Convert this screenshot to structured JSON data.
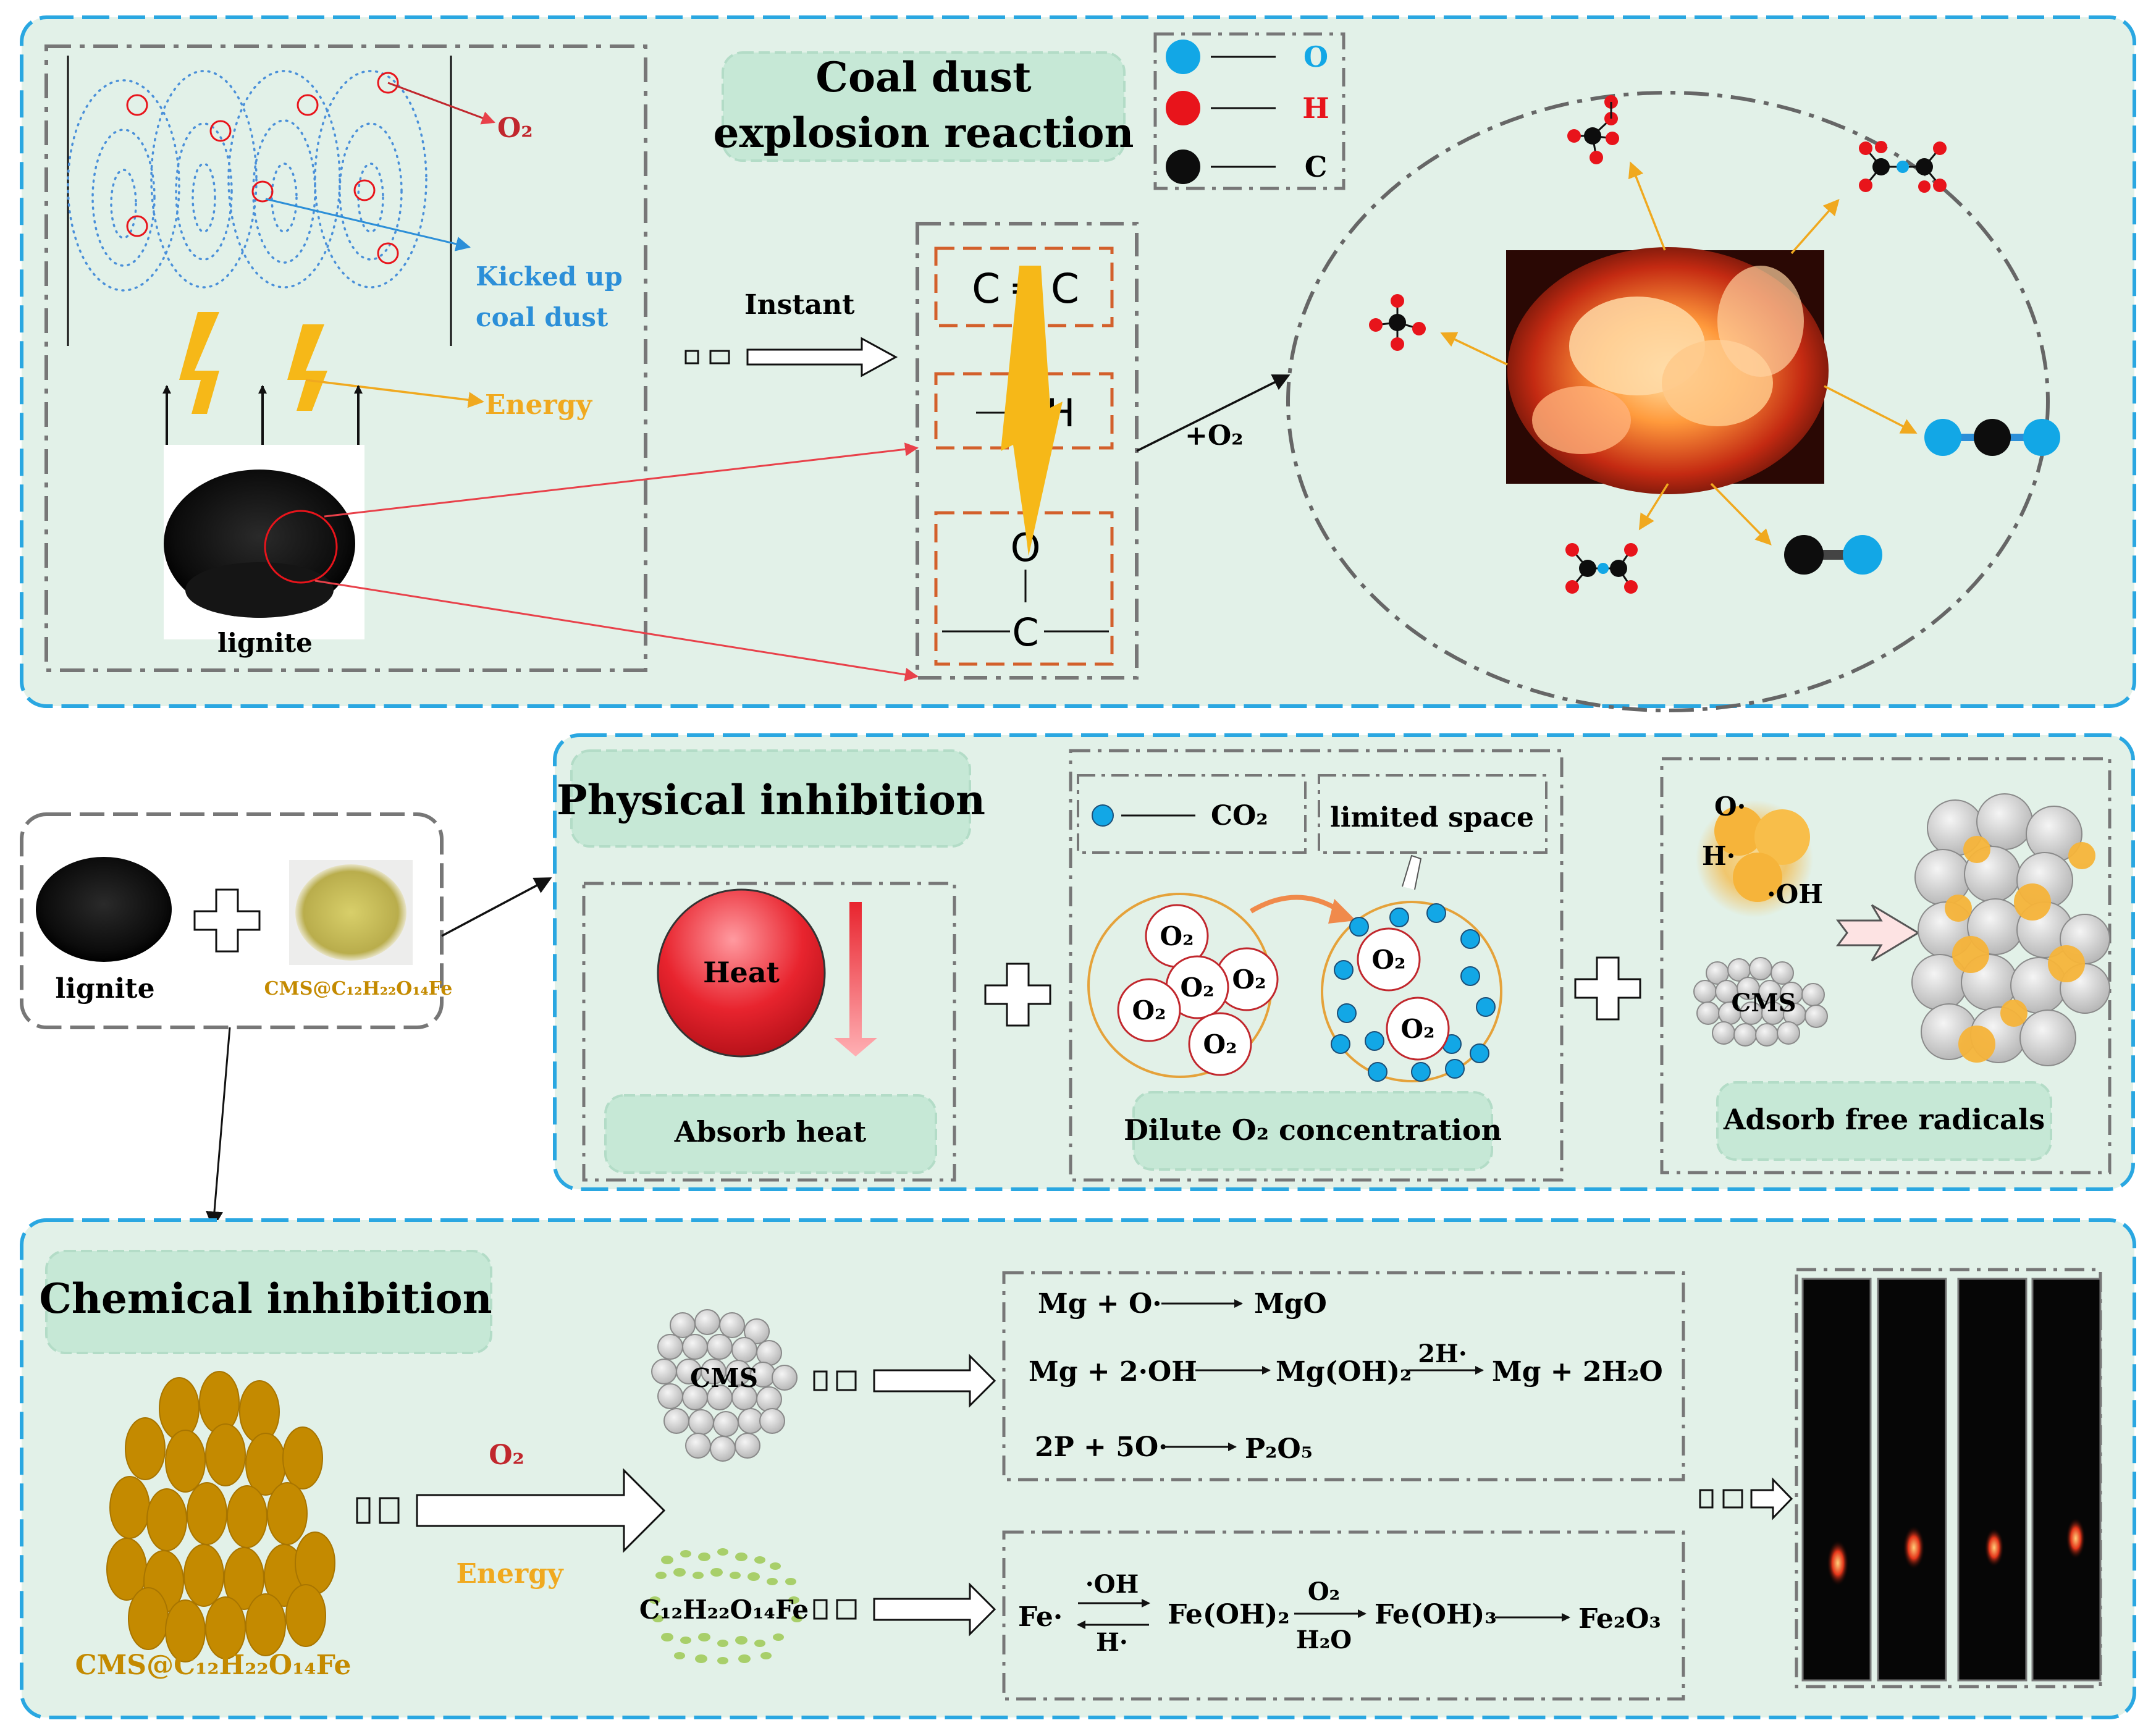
{
  "colors": {
    "panel_bg": "#e2f1e8",
    "panel_border": "#2aa7e1",
    "title_box": "#c6e8d6",
    "oxygen": "#12a7e6",
    "hydrogen": "#e8141b",
    "carbon": "#0d0d0d",
    "energy": "#f0a91f",
    "kicked_up": "#2c8fd8",
    "o2_label": "#c1272d",
    "cms_fe": "#c48a00",
    "arrow_red": "#e8414a"
  },
  "icons": [
    "lightning-bolt-icon",
    "plus-icon",
    "hollow-arrow-icon",
    "molecule-icon",
    "explosion-image",
    "lignite-powder-image",
    "cms-fe-dish-image",
    "heat-sphere-icon",
    "flame-frames-image"
  ],
  "top": {
    "title_line1": "Coal dust",
    "title_line2": "explosion reaction",
    "o2": "O₂",
    "kicked_up_1": "Kicked up",
    "kicked_up_2": "coal dust",
    "energy": "Energy",
    "lignite": "lignite",
    "instant": "Instant",
    "bond_cc": "C ═ C",
    "bond_oh": "OH",
    "bond_o": "O",
    "bond_c": "C",
    "plus_o2": "+O₂",
    "legend": {
      "o": "O",
      "h": "H",
      "c": "C"
    }
  },
  "mix": {
    "lignite": "lignite",
    "cms_fe": "CMS@C₁₂H₂₂O₁₄Fe"
  },
  "physical": {
    "title": "Physical inhibition",
    "heat": "Heat",
    "absorb_heat": "Absorb heat",
    "co2": "CO₂",
    "limited_space": "limited space",
    "o2": "O₂",
    "dilute": "Dilute O₂ concentration",
    "o_rad": "O·",
    "h_rad": "H·",
    "oh_rad": "·OH",
    "cms": "CMS",
    "adsorb": "Adsorb free radicals"
  },
  "chemical": {
    "title": "Chemical inhibition",
    "cms_fe": "CMS@C₁₂H₂₂O₁₄Fe",
    "o2": "O₂",
    "energy": "Energy",
    "cms": "CMS",
    "fe_compound": "C₁₂H₂₂O₁₄Fe",
    "r1_left": "Mg + O·",
    "r1_right": "MgO",
    "r2_left": "Mg + 2·OH",
    "r2_mid": "Mg(OH)₂",
    "r2_cond": "2H·",
    "r2_right": "Mg + 2H₂O",
    "r3_left": "2P + 5O·",
    "r3_right": "P₂O₅",
    "fe_start": "Fe·",
    "fe_oh_top": "·OH",
    "fe_h_bottom": "H·",
    "fe_oh2": "Fe(OH)₂",
    "o2_top": "O₂",
    "h2o_bottom": "H₂O",
    "fe_oh3": "Fe(OH)₃",
    "fe2o3": "Fe₂O₃"
  }
}
